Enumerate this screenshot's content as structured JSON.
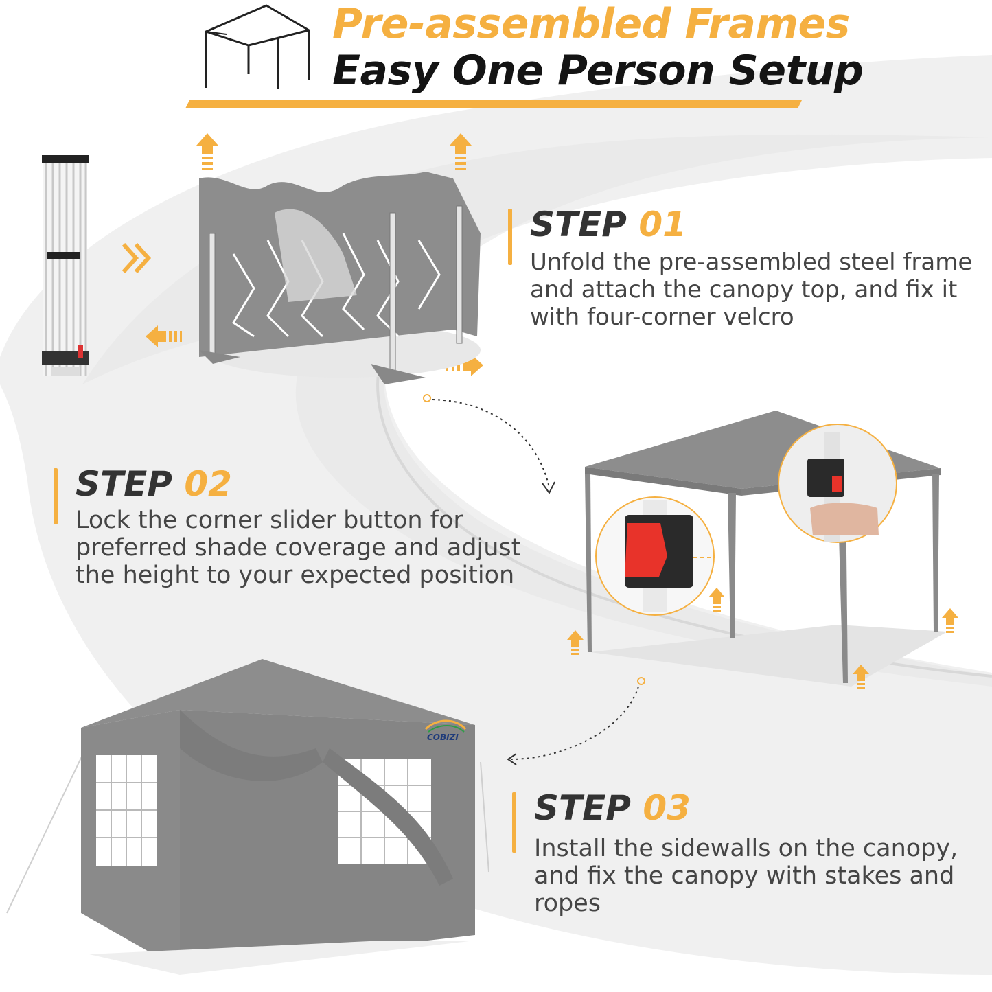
{
  "header": {
    "title_line1": "Pre-assembled Frames",
    "title_line2": "Easy One Person Setup"
  },
  "steps": [
    {
      "label": "STEP",
      "number": "01",
      "text": "Unfold the pre-assembled steel frame and attach the canopy top, and fix it with four-corner velcro"
    },
    {
      "label": "STEP",
      "number": "02",
      "text": "Lock the corner slider button for preferred shade coverage and adjust the height to your expected position"
    },
    {
      "label": "STEP",
      "number": "03",
      "text": "Install the sidewalls on the canopy, and fix the canopy with stakes and ropes"
    }
  ],
  "brand": {
    "logo_text": "COBIZI"
  },
  "colors": {
    "accent": "#F5B041",
    "heading_dark": "#141414",
    "step_label": "#333333",
    "body_text": "#454545",
    "canopy_gray": "#8a8a8a",
    "swoosh_gray": "#eeeeee",
    "slider_red": "#e8332a"
  },
  "icons": {
    "header_icon": "canopy-frame-outline-icon",
    "arrows": "up-arrow-icon",
    "connector": "dotted-curved-arrow-icon"
  }
}
